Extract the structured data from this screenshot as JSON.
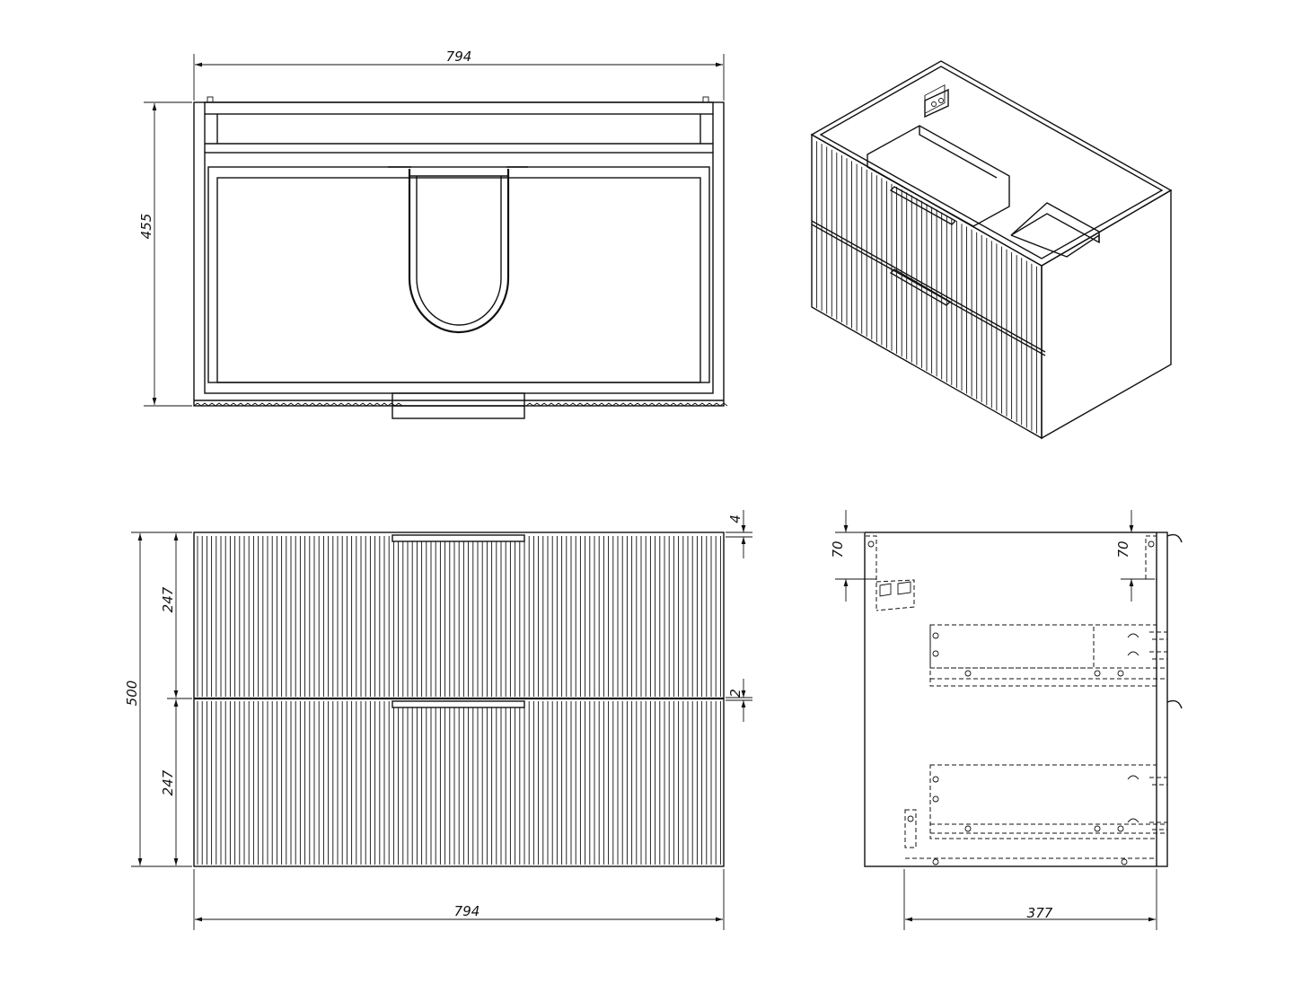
{
  "drawing": {
    "top_view": {
      "width_label": "794",
      "depth_label": "455"
    },
    "front_view": {
      "width_label": "794",
      "height_label": "500",
      "upper_drawer_label": "247",
      "lower_drawer_label": "247",
      "top_gap_label": "4",
      "middle_gap_label": "2"
    },
    "side_view": {
      "depth_label": "377",
      "left_offset_label": "70",
      "right_offset_label": "70"
    },
    "line_color": "#111111"
  }
}
